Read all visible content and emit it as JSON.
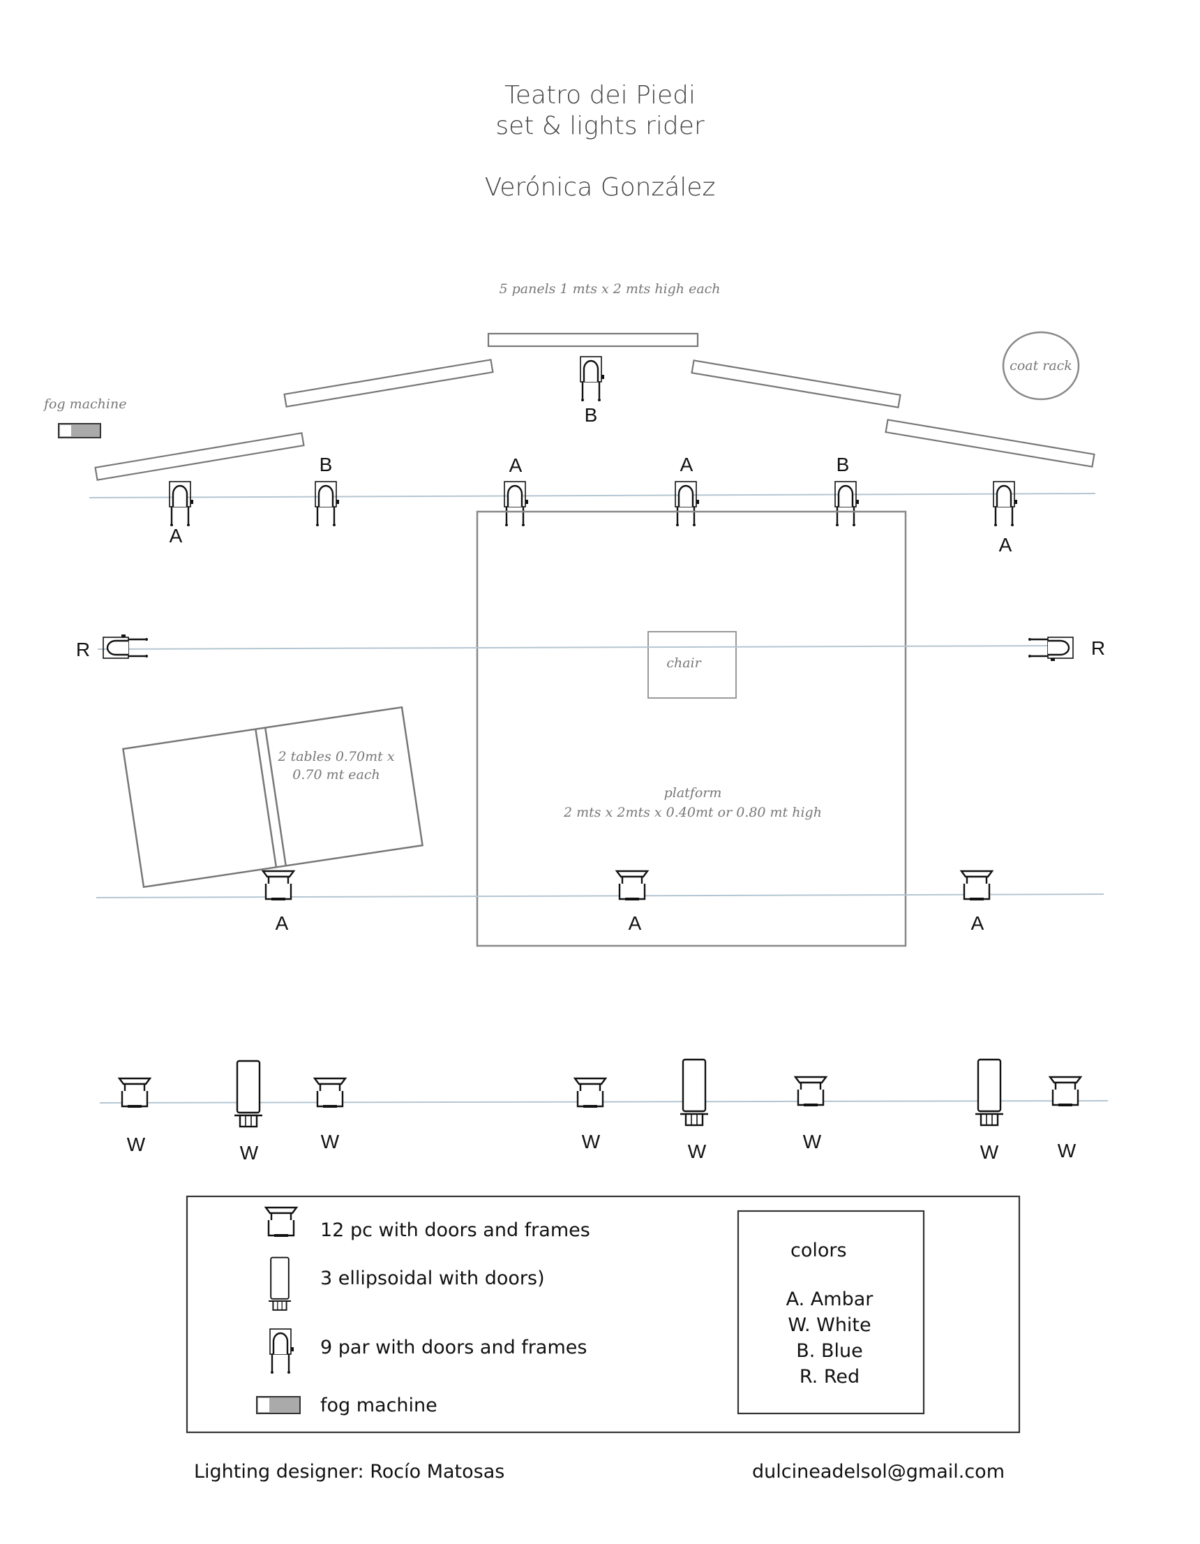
{
  "header": {
    "title": "Teatro dei Piedi",
    "subtitle": "set & lights rider",
    "author": "Verónica González"
  },
  "set": {
    "panels_note": "5 panels 1 mts x 2 mts high each",
    "coat_rack": "coat rack",
    "fog_machine_note": "fog machine",
    "chair": "chair",
    "tables_line1": "2 tables 0.70mt x",
    "tables_line2": "0.70 mt each",
    "platform_line1": "platform",
    "platform_line2": "2 mts x 2mts x 0.40mt or 0.80 mt high"
  },
  "lights": {
    "back_top": "B",
    "upstage": [
      "A",
      "B",
      "A",
      "A",
      "B",
      "A"
    ],
    "side_left": "R",
    "side_right": "R",
    "mid": [
      "A",
      "A",
      "A"
    ],
    "front": [
      "W",
      "W",
      "W",
      "W",
      "W",
      "W",
      "W",
      "W"
    ]
  },
  "legend": {
    "pc": "12 pc with doors and frames",
    "ellipsoidal": "3 ellipsoidal with doors)",
    "par": "9 par with doors and frames",
    "fog": "fog machine",
    "colors_title": "colors",
    "colors": [
      "A. Ambar",
      "W. White",
      "B. Blue",
      "R. Red"
    ]
  },
  "footer": {
    "designer": "Lighting designer:  Rocío Matosas",
    "email": "dulcineadelsol@gmail.com"
  }
}
